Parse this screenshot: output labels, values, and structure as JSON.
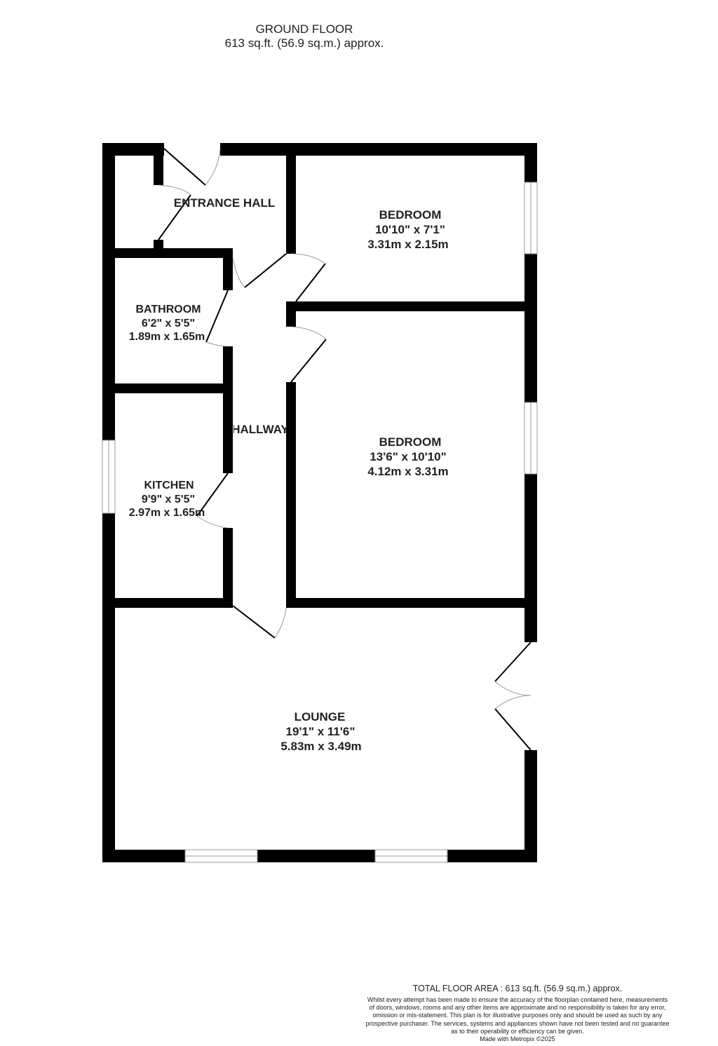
{
  "header": {
    "floor_name": "GROUND FLOOR",
    "floor_area": "613 sq.ft. (56.9 sq.m.) approx."
  },
  "rooms": [
    {
      "name": "ENTRANCE HALL",
      "imperial": "",
      "metric": ""
    },
    {
      "name": "BEDROOM",
      "imperial": "10'10\"  x 7'1\"",
      "metric": "3.31m  x 2.15m"
    },
    {
      "name": "BATHROOM",
      "imperial": "6'2\"  x 5'5\"",
      "metric": "1.89m  x 1.65m"
    },
    {
      "name": "HALLWAY",
      "imperial": "",
      "metric": ""
    },
    {
      "name": "BEDROOM",
      "imperial": "13'6\"  x 10'10\"",
      "metric": "4.12m  x 3.31m"
    },
    {
      "name": "KITCHEN",
      "imperial": "9'9\"  x 5'5\"",
      "metric": "2.97m  x 1.65m"
    },
    {
      "name": "LOUNGE",
      "imperial": "19'1\"  x 11'6\"",
      "metric": "5.83m  x 3.49m"
    }
  ],
  "footer": {
    "total_area": "TOTAL FLOOR AREA : 613 sq.ft. (56.9 sq.m.) approx.",
    "disclaimer_lines": [
      "Whilst every attempt has been made to ensure the accuracy of the floorplan contained here, measurements",
      "of doors, windows, rooms and any other items are approximate and no responsibility is taken for any error,",
      "omission or mis-statement. This plan is for illustrative purposes only and should be used as such by any",
      "prospective purchaser. The services, systems and appliances shown have not been tested and no guarantee",
      "as to their operability or efficiency can be given."
    ],
    "credit": "Made with Metropix ©2025"
  },
  "colors": {
    "wall": "#000000",
    "window_line": "#999999",
    "door_arc": "#999999",
    "text": "#222222",
    "background": "#ffffff"
  }
}
